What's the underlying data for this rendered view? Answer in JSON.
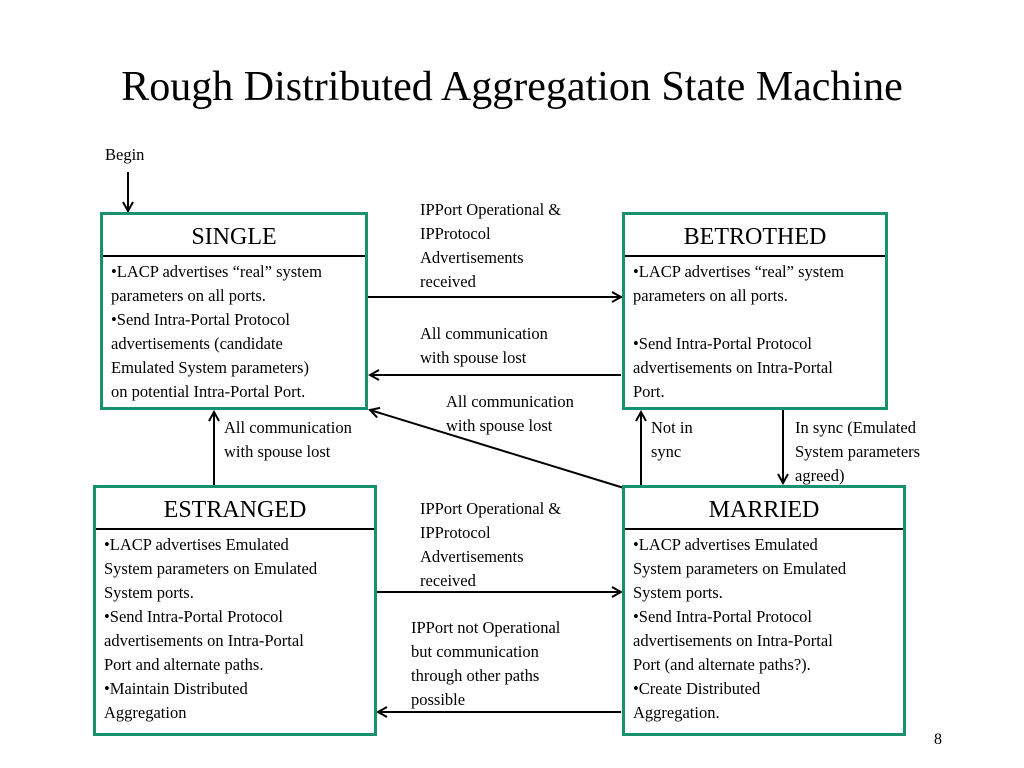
{
  "title": "Rough Distributed Aggregation State Machine",
  "page_number": "8",
  "begin_label": "Begin",
  "colors": {
    "state_border": "#17916e",
    "arrow": "#000000"
  },
  "states": {
    "single": {
      "name": "SINGLE",
      "lines": [
        "•LACP advertises “real” system",
        "parameters on all ports.",
        "•Send Intra-Portal Protocol",
        "advertisements (candidate",
        "Emulated System parameters)",
        "on potential Intra-Portal Port."
      ]
    },
    "betrothed": {
      "name": "BETROTHED",
      "lines": [
        "•LACP advertises “real” system",
        "parameters on all ports.",
        "",
        "•Send Intra-Portal Protocol",
        "advertisements on Intra-Portal",
        "Port."
      ]
    },
    "estranged": {
      "name": "ESTRANGED",
      "lines": [
        "•LACP advertises Emulated",
        "System parameters on Emulated",
        "System ports.",
        "•Send Intra-Portal Protocol",
        "advertisements on Intra-Portal",
        "Port and alternate paths.",
        "•Maintain Distributed",
        "Aggregation"
      ]
    },
    "married": {
      "name": "MARRIED",
      "lines": [
        "•LACP advertises Emulated",
        "System parameters on Emulated",
        "System ports.",
        "•Send Intra-Portal Protocol",
        "advertisements on Intra-Portal",
        "Port (and alternate paths?).",
        "•Create Distributed",
        "Aggregation."
      ]
    }
  },
  "transitions": {
    "single_to_betrothed": [
      "IPPort Operational &",
      "IPProtocol",
      "Advertisements",
      "received"
    ],
    "betrothed_to_single": [
      "All communication",
      "with spouse lost"
    ],
    "married_to_single": [
      "All communication",
      "with spouse lost"
    ],
    "estranged_to_single": [
      "All communication",
      "with spouse lost"
    ],
    "married_to_betrothed": [
      "Not in",
      "sync"
    ],
    "betrothed_to_married": [
      "In sync (Emulated",
      "System parameters",
      "agreed)"
    ],
    "estranged_to_married": [
      "IPPort Operational &",
      "IPProtocol",
      "Advertisements",
      "received"
    ],
    "married_to_estranged": [
      "IPPort not Operational",
      "but communication",
      "through other paths",
      "possible"
    ]
  }
}
